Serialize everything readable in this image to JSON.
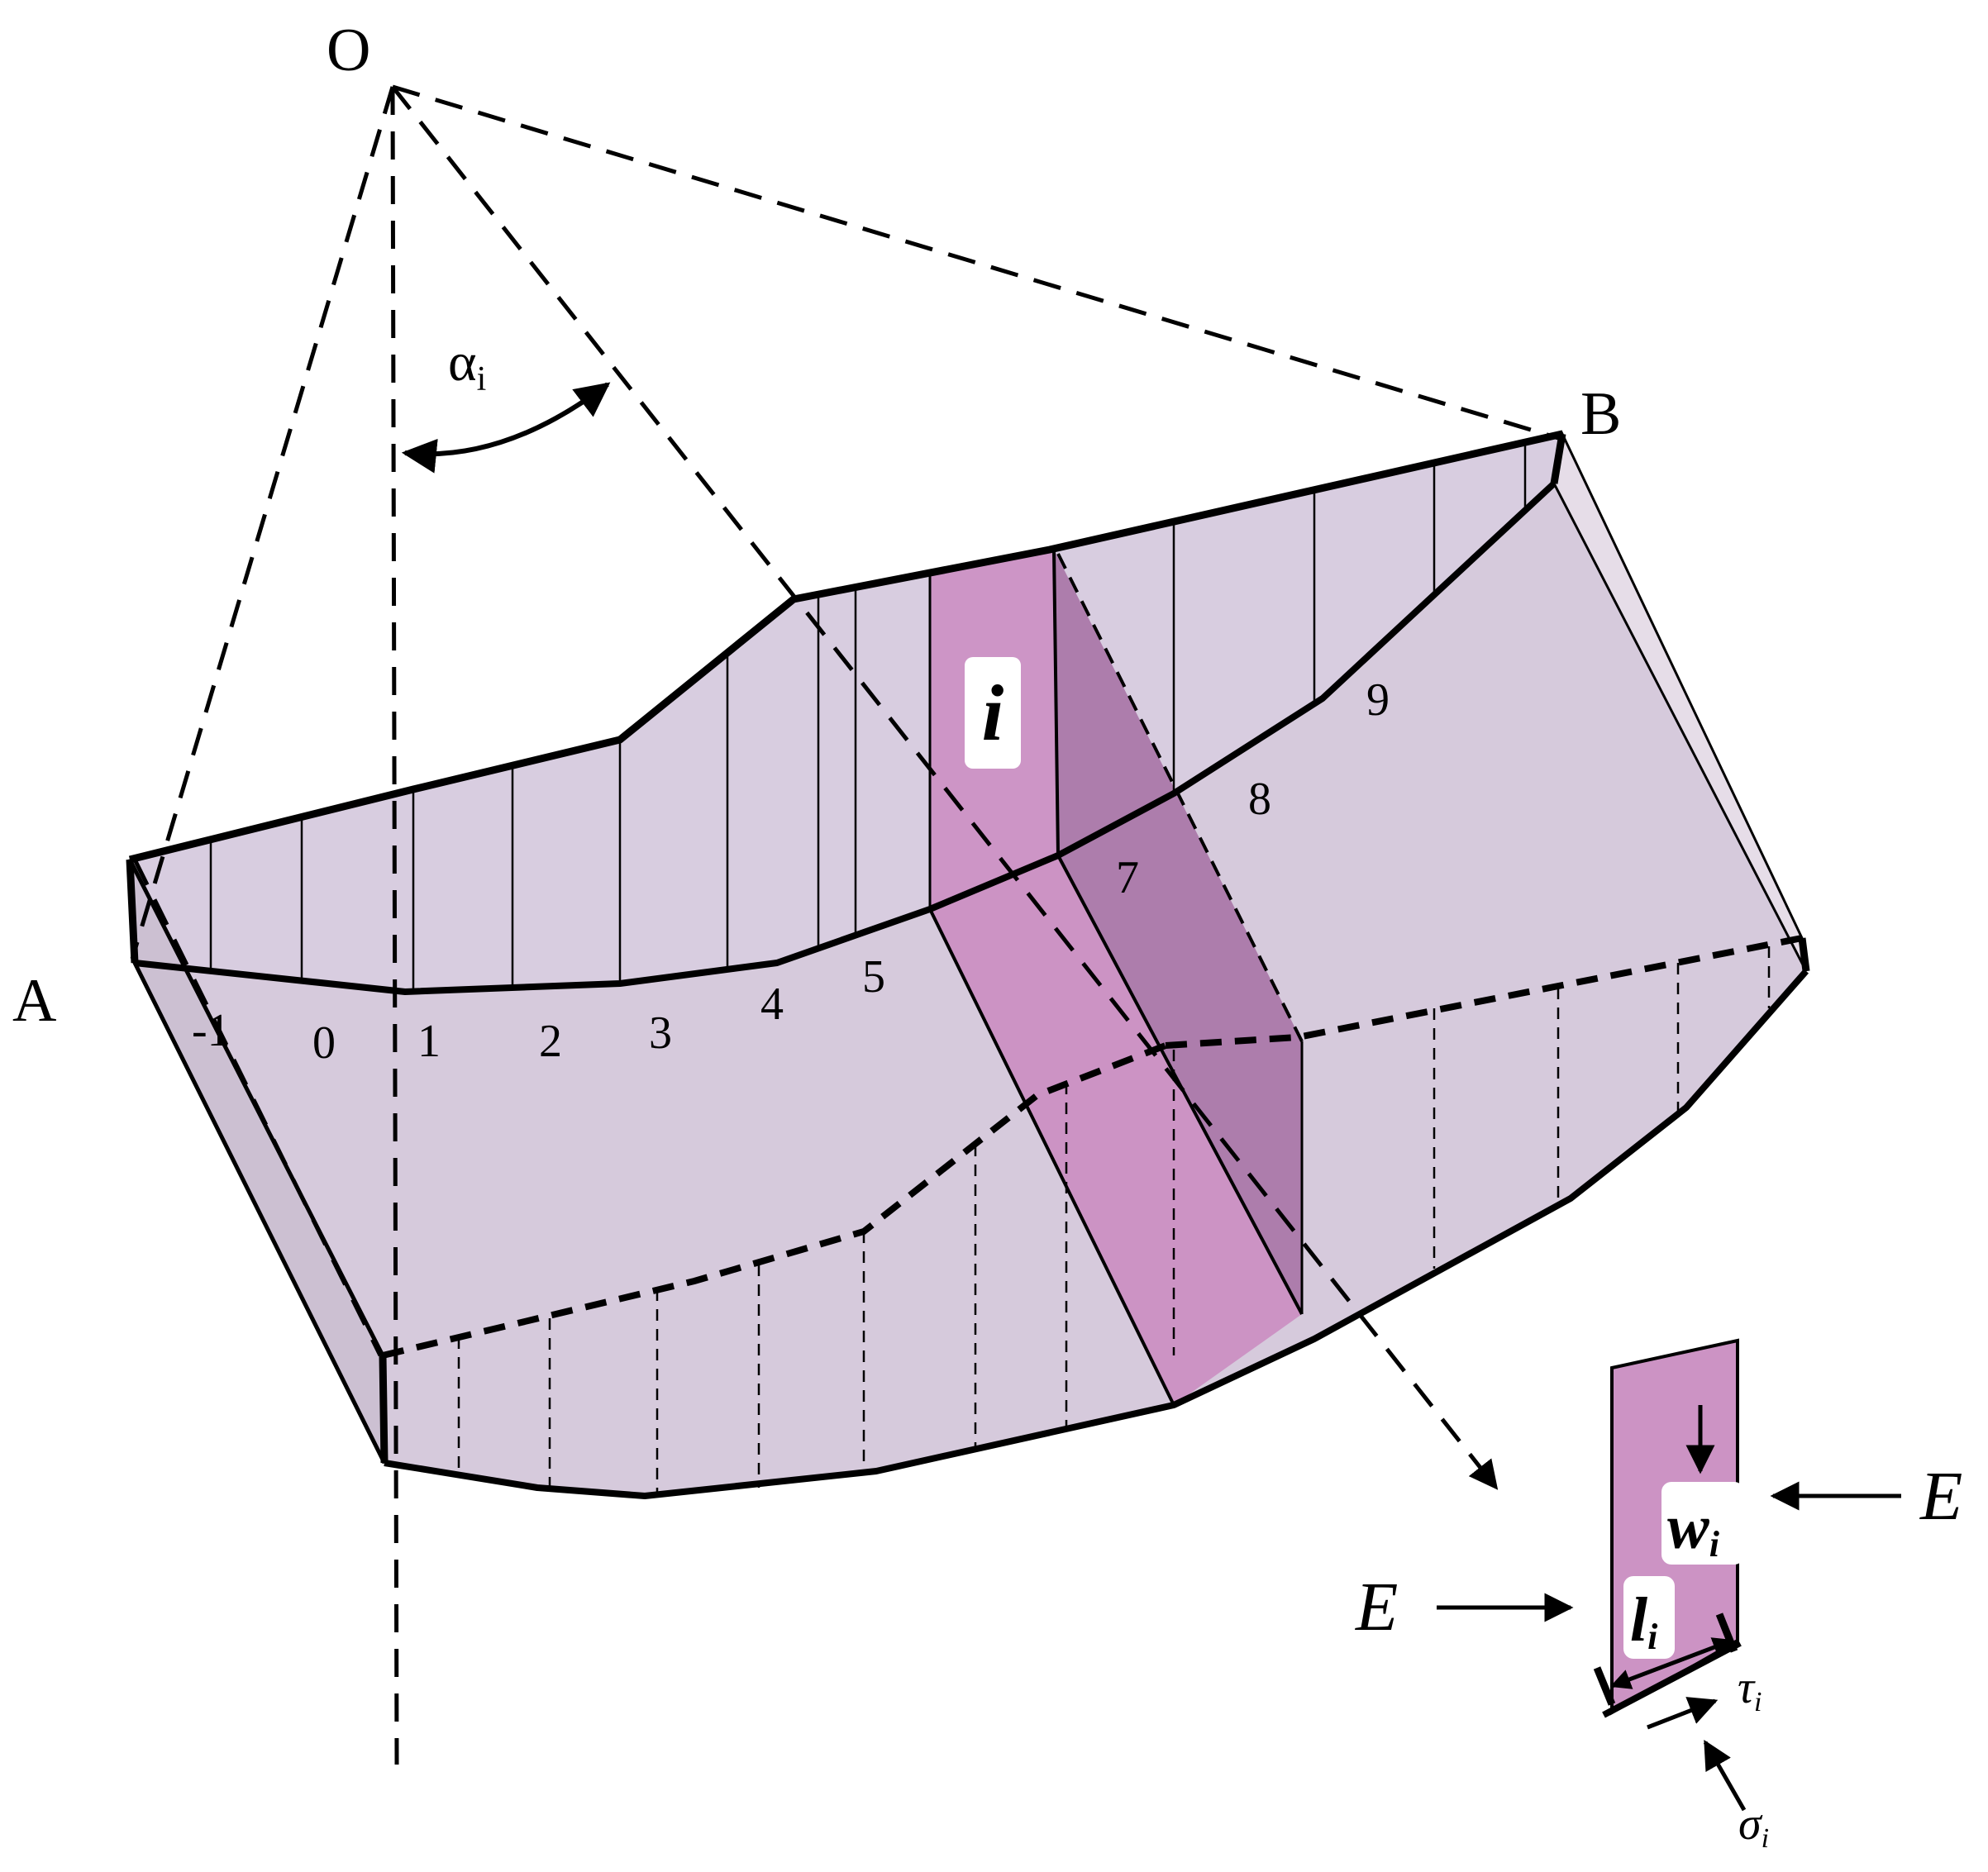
{
  "points": {
    "origin": "O",
    "a": "A",
    "b": "B"
  },
  "angle": {
    "symbol": "α",
    "subscript": "i"
  },
  "slice_label": "i",
  "slice_numbers": [
    "-1",
    "0",
    "1",
    "2",
    "3",
    "4",
    "5",
    "7",
    "8",
    "9"
  ],
  "inset": {
    "force_left": "E",
    "force_right": "E",
    "weight_base": "w",
    "weight_sub": "i",
    "length_base": "l",
    "length_sub": "i",
    "shear_base": "τ",
    "shear_sub": "i",
    "normal_base": "σ",
    "normal_sub": "i"
  },
  "colors": {
    "body_fill": "#d6cadc",
    "slice_fill": "#cc93c4",
    "slice_side_fill": "#ad7dac",
    "stroke": "#000000"
  }
}
